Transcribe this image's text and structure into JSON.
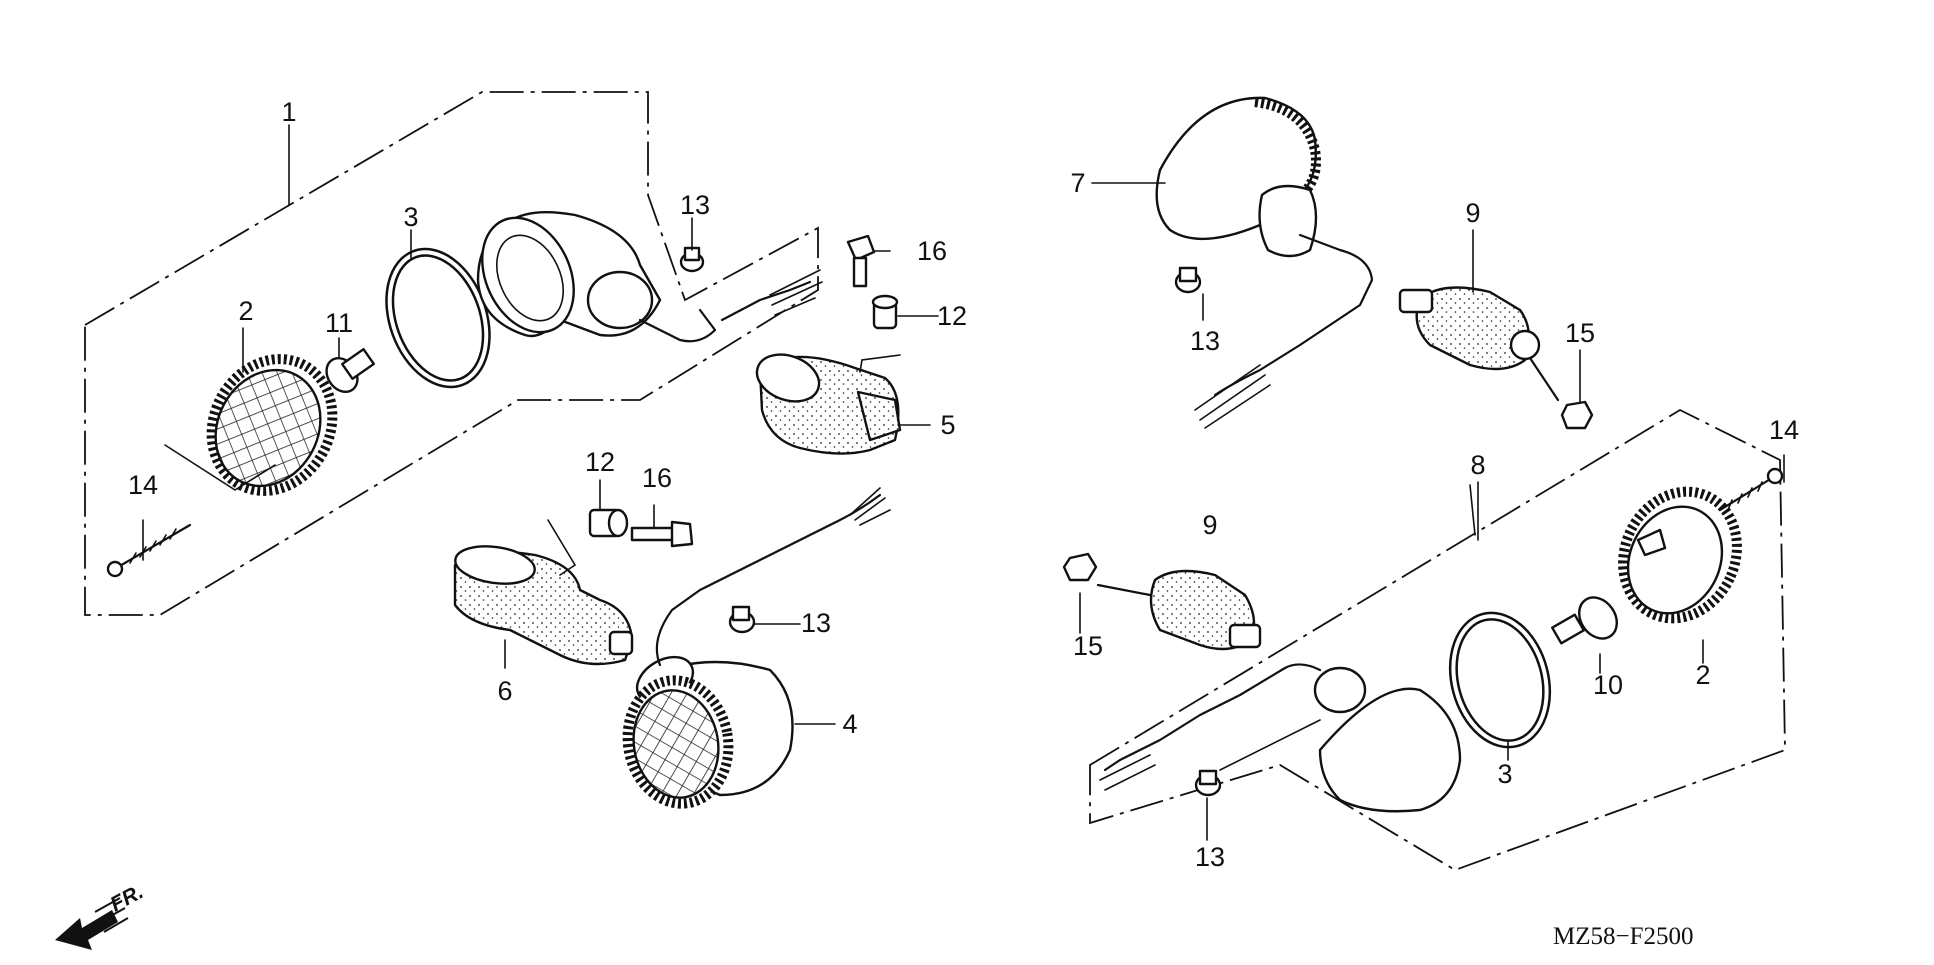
{
  "diagram": {
    "part_code": "MZ58−F2500",
    "direction_label": "FR.",
    "icons": [
      "front-direction-arrow-icon"
    ],
    "callouts": {
      "c1": "1",
      "c2a": "2",
      "c3a": "3",
      "c11": "11",
      "c14a": "14",
      "c13a": "13",
      "c16a": "16",
      "c12a": "12",
      "c5": "5",
      "c12b": "12",
      "c16b": "16",
      "c13b": "13",
      "c6": "6",
      "c4": "4",
      "c7": "7",
      "c13c": "13",
      "c9a": "9",
      "c15a": "15",
      "c8": "8",
      "c14b": "14",
      "c9b": "9",
      "c15b": "15",
      "c10": "10",
      "c2b": "2",
      "c3b": "3",
      "c13d": "13"
    }
  }
}
